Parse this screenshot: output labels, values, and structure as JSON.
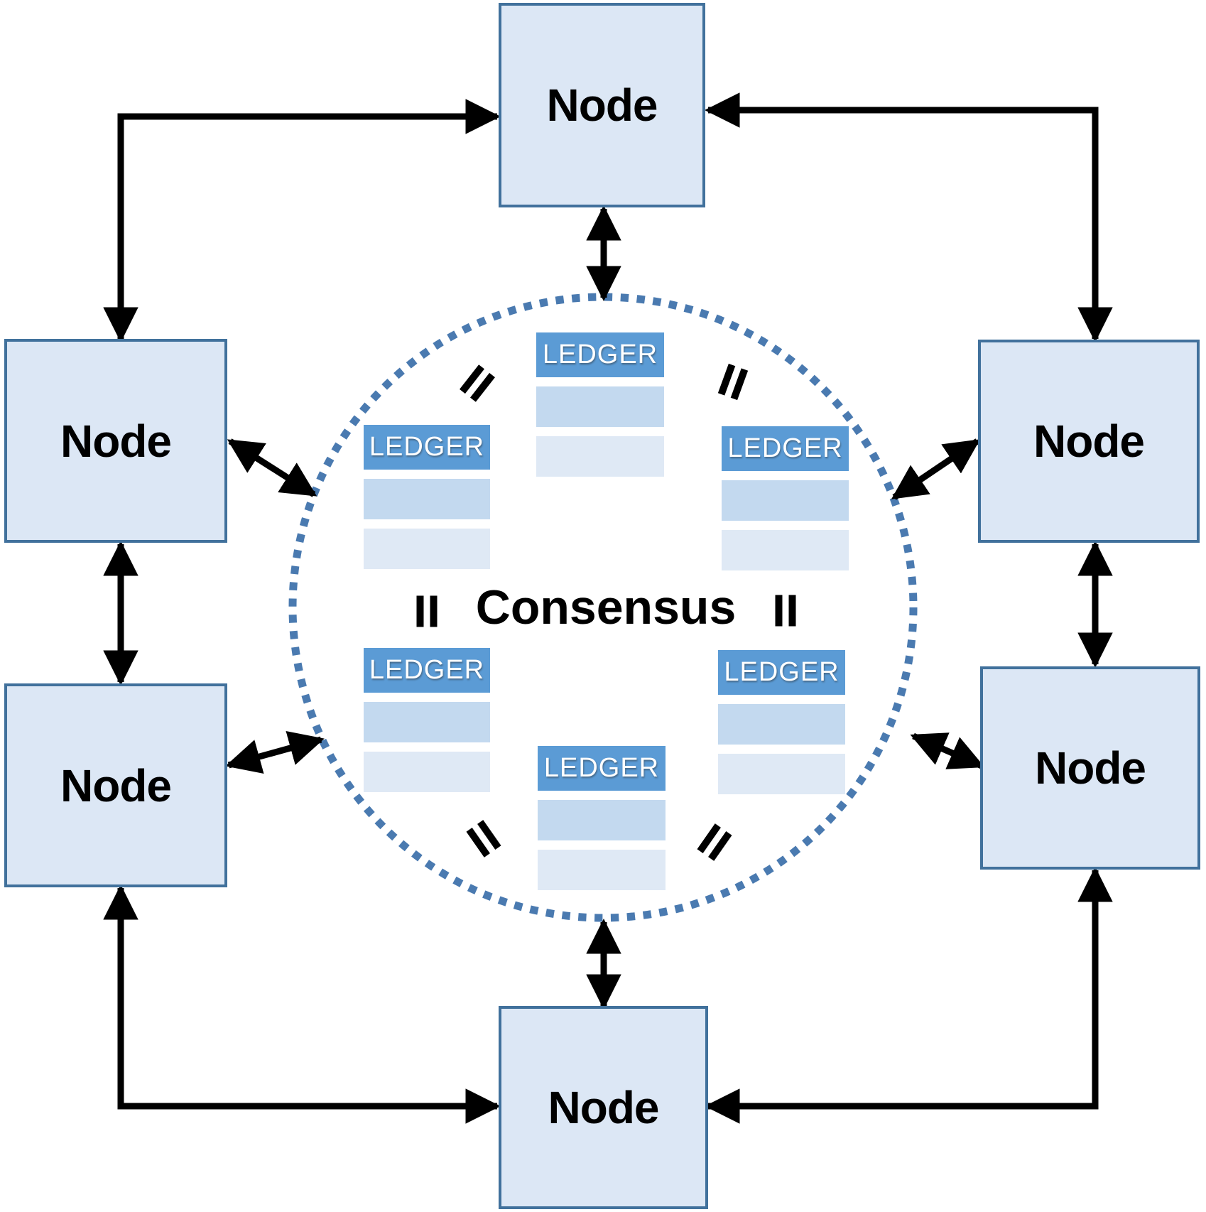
{
  "diagram": {
    "consensus_label": "Consensus",
    "nodes": [
      {
        "position": "top",
        "label": "Node"
      },
      {
        "position": "left-upper",
        "label": "Node"
      },
      {
        "position": "left-lower",
        "label": "Node"
      },
      {
        "position": "right-upper",
        "label": "Node"
      },
      {
        "position": "right-lower",
        "label": "Node"
      },
      {
        "position": "bottom",
        "label": "Node"
      }
    ],
    "ledgers": [
      {
        "position": "top-center",
        "label": "LEDGER",
        "rows": 2
      },
      {
        "position": "upper-left",
        "label": "LEDGER",
        "rows": 2
      },
      {
        "position": "upper-right",
        "label": "LEDGER",
        "rows": 2
      },
      {
        "position": "lower-left",
        "label": "LEDGER",
        "rows": 2
      },
      {
        "position": "lower-right",
        "label": "LEDGER",
        "rows": 2
      },
      {
        "position": "bottom-center",
        "label": "LEDGER",
        "rows": 2
      }
    ],
    "equals_symbol": "=",
    "colors": {
      "node_fill": "#dce7f5",
      "node_border": "#41719c",
      "ledger_header": "#5b9bd5",
      "ledger_row1": "#c3d9ef",
      "ledger_row2": "#dfe9f5",
      "circle_dots": "#4a7ab0",
      "arrow": "#000000",
      "text": "#000000"
    }
  }
}
